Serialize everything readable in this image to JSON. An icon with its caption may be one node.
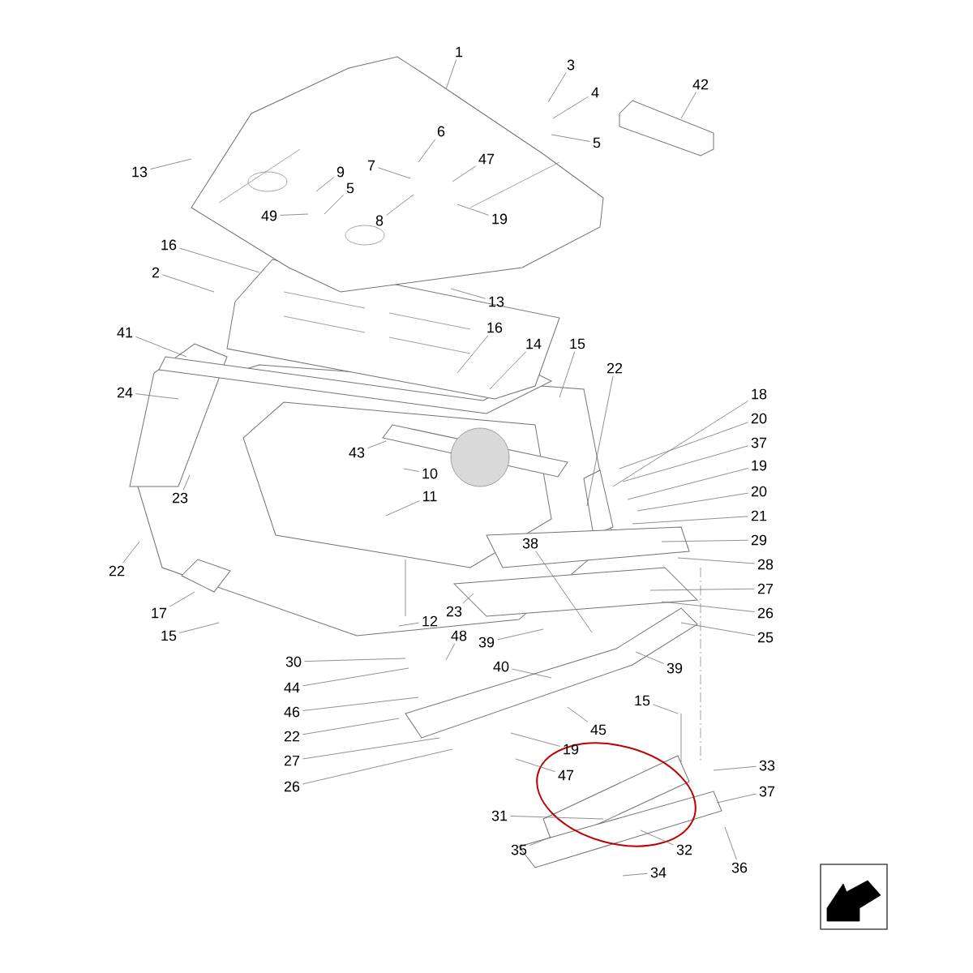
{
  "diagram": {
    "nodes": [
      {
        "text": [
          "1"
        ]
      },
      {
        "text": [
          "3"
        ]
      },
      {
        "text": [
          "4"
        ]
      },
      {
        "text": [
          "5"
        ]
      },
      {
        "text": [
          "42"
        ]
      },
      {
        "text": [
          "13"
        ]
      },
      {
        "text": [
          "6"
        ]
      },
      {
        "text": [
          "7"
        ]
      },
      {
        "text": [
          "9"
        ]
      },
      {
        "text": [
          "47"
        ]
      },
      {
        "text": [
          "5"
        ]
      },
      {
        "text": [
          "49"
        ]
      },
      {
        "text": [
          "8"
        ]
      },
      {
        "text": [
          "19"
        ]
      },
      {
        "text": [
          "16"
        ]
      },
      {
        "text": [
          "2"
        ]
      },
      {
        "text": [
          "13"
        ]
      },
      {
        "text": [
          "16"
        ]
      },
      {
        "text": [
          "14"
        ]
      },
      {
        "text": [
          "15"
        ]
      },
      {
        "text": [
          "22"
        ]
      },
      {
        "text": [
          "18"
        ]
      },
      {
        "text": [
          "20"
        ]
      },
      {
        "text": [
          "37"
        ]
      },
      {
        "text": [
          "19"
        ]
      },
      {
        "text": [
          "20"
        ]
      },
      {
        "text": [
          "21"
        ]
      },
      {
        "text": [
          "29"
        ]
      },
      {
        "text": [
          "28"
        ]
      },
      {
        "text": [
          "27"
        ]
      },
      {
        "text": [
          "26"
        ]
      },
      {
        "text": [
          "25"
        ]
      },
      {
        "text": [
          "41"
        ]
      },
      {
        "text": [
          "24"
        ]
      },
      {
        "text": [
          "43"
        ]
      },
      {
        "text": [
          "10"
        ]
      },
      {
        "text": [
          "11"
        ]
      },
      {
        "text": [
          "23"
        ]
      },
      {
        "text": [
          "22"
        ]
      },
      {
        "text": [
          "38"
        ]
      },
      {
        "text": [
          "17"
        ]
      },
      {
        "text": [
          "15"
        ]
      },
      {
        "text": [
          "12"
        ]
      },
      {
        "text": [
          "23"
        ]
      },
      {
        "text": [
          "48"
        ]
      },
      {
        "text": [
          "39"
        ]
      },
      {
        "text": [
          "40"
        ]
      },
      {
        "text": [
          "39"
        ]
      },
      {
        "text": [
          "30"
        ]
      },
      {
        "text": [
          "44"
        ]
      },
      {
        "text": [
          "46"
        ]
      },
      {
        "text": [
          "22"
        ]
      },
      {
        "text": [
          "27"
        ]
      },
      {
        "text": [
          "26"
        ]
      },
      {
        "text": [
          "15"
        ]
      },
      {
        "text": [
          "45"
        ]
      },
      {
        "text": [
          "19"
        ]
      },
      {
        "text": [
          "47"
        ]
      },
      {
        "text": [
          "31"
        ]
      },
      {
        "text": [
          "33"
        ]
      },
      {
        "text": [
          "37"
        ]
      },
      {
        "text": [
          "35"
        ]
      },
      {
        "text": [
          "32"
        ]
      },
      {
        "text": [
          "36"
        ]
      },
      {
        "text": [
          "34"
        ]
      }
    ],
    "edges": [
      {
        "from": 0,
        "to": null,
        "arrow": "none"
      },
      {
        "from": 1,
        "to": null,
        "arrow": "none"
      },
      {
        "from": 2,
        "to": null,
        "arrow": "none"
      },
      {
        "from": 3,
        "to": null,
        "arrow": "none"
      },
      {
        "from": 4,
        "to": null,
        "arrow": "none"
      },
      {
        "from": 5,
        "to": null,
        "arrow": "none"
      },
      {
        "from": 6,
        "to": null,
        "arrow": "none"
      },
      {
        "from": 7,
        "to": null,
        "arrow": "none"
      },
      {
        "from": 8,
        "to": null,
        "arrow": "none"
      },
      {
        "from": 9,
        "to": null,
        "arrow": "none"
      },
      {
        "from": 10,
        "to": null,
        "arrow": "none"
      },
      {
        "from": 11,
        "to": null,
        "arrow": "none"
      },
      {
        "from": 12,
        "to": null,
        "arrow": "none"
      },
      {
        "from": 13,
        "to": null,
        "arrow": "none"
      },
      {
        "from": 14,
        "to": null,
        "arrow": "none"
      },
      {
        "from": 15,
        "to": null,
        "arrow": "none"
      },
      {
        "from": 16,
        "to": null,
        "arrow": "none"
      },
      {
        "from": 17,
        "to": null,
        "arrow": "none"
      },
      {
        "from": 18,
        "to": null,
        "arrow": "none"
      },
      {
        "from": 19,
        "to": null,
        "arrow": "none"
      },
      {
        "from": 20,
        "to": null,
        "arrow": "none"
      },
      {
        "from": 21,
        "to": null,
        "arrow": "none"
      },
      {
        "from": 22,
        "to": null,
        "arrow": "none"
      },
      {
        "from": 23,
        "to": null,
        "arrow": "none"
      },
      {
        "from": 24,
        "to": null,
        "arrow": "none"
      },
      {
        "from": 25,
        "to": null,
        "arrow": "none"
      },
      {
        "from": 26,
        "to": null,
        "arrow": "none"
      },
      {
        "from": 27,
        "to": null,
        "arrow": "none"
      },
      {
        "from": 28,
        "to": null,
        "arrow": "none"
      },
      {
        "from": 29,
        "to": null,
        "arrow": "none"
      },
      {
        "from": 30,
        "to": null,
        "arrow": "none"
      },
      {
        "from": 31,
        "to": null,
        "arrow": "none"
      },
      {
        "from": 32,
        "to": null,
        "arrow": "none"
      },
      {
        "from": 33,
        "to": null,
        "arrow": "none"
      },
      {
        "from": 34,
        "to": null,
        "arrow": "none"
      },
      {
        "from": 35,
        "to": null,
        "arrow": "none"
      },
      {
        "from": 36,
        "to": null,
        "arrow": "none"
      },
      {
        "from": 37,
        "to": null,
        "arrow": "none"
      },
      {
        "from": 38,
        "to": null,
        "arrow": "none"
      },
      {
        "from": 39,
        "to": null,
        "arrow": "none"
      },
      {
        "from": 40,
        "to": null,
        "arrow": "none"
      },
      {
        "from": 41,
        "to": null,
        "arrow": "none"
      },
      {
        "from": 42,
        "to": null,
        "arrow": "none"
      },
      {
        "from": 43,
        "to": null,
        "arrow": "none"
      },
      {
        "from": 44,
        "to": null,
        "arrow": "none"
      },
      {
        "from": 45,
        "to": null,
        "arrow": "none"
      },
      {
        "from": 46,
        "to": null,
        "arrow": "none"
      },
      {
        "from": 47,
        "to": null,
        "arrow": "none"
      },
      {
        "from": 48,
        "to": null,
        "arrow": "none"
      },
      {
        "from": 49,
        "to": null,
        "arrow": "none"
      },
      {
        "from": 50,
        "to": null,
        "arrow": "none"
      },
      {
        "from": 51,
        "to": null,
        "arrow": "none"
      },
      {
        "from": 52,
        "to": null,
        "arrow": "none"
      },
      {
        "from": 53,
        "to": null,
        "arrow": "none"
      },
      {
        "from": 54,
        "to": null,
        "arrow": "none"
      },
      {
        "from": 55,
        "to": null,
        "arrow": "none"
      },
      {
        "from": 56,
        "to": null,
        "arrow": "none"
      },
      {
        "from": 57,
        "to": null,
        "arrow": "none"
      },
      {
        "from": 58,
        "to": null,
        "arrow": "none"
      },
      {
        "from": 59,
        "to": null,
        "arrow": "none"
      },
      {
        "from": 60,
        "to": null,
        "arrow": "none"
      },
      {
        "from": 61,
        "to": null,
        "arrow": "none"
      },
      {
        "from": 62,
        "to": null,
        "arrow": "none"
      },
      {
        "from": 63,
        "to": null,
        "arrow": "none"
      },
      {
        "from": 64,
        "to": null,
        "arrow": "none"
      }
    ]
  }
}
